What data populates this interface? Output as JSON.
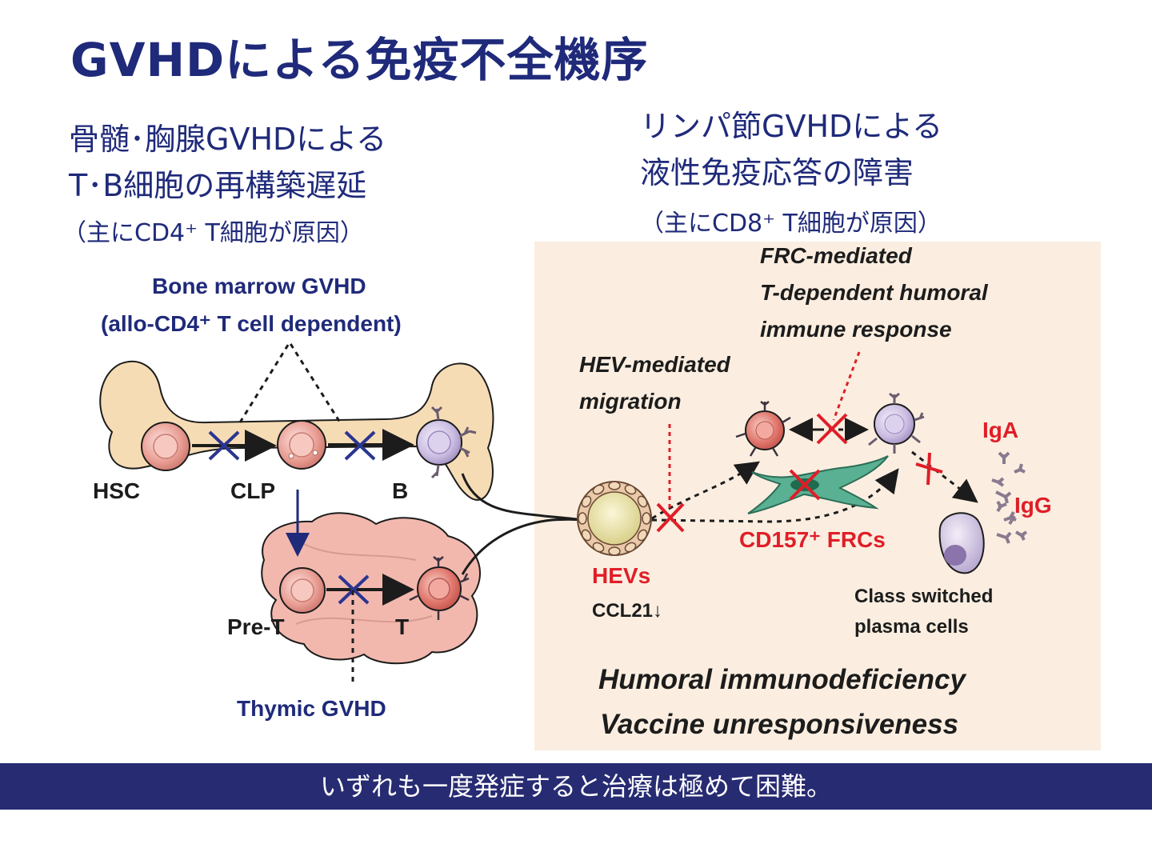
{
  "title": "GVHDによる免疫不全機序",
  "left_heading": {
    "line1": "骨髄･胸腺GVHDによる",
    "line2": "T･B細胞の再構築遅延",
    "note": "（主にCD4⁺ T細胞が原因）"
  },
  "right_heading": {
    "line1": "リンパ節GVHDによる",
    "line2": "液性免疫応答の障害",
    "note": "（主にCD8⁺ T細胞が原因）"
  },
  "bone_marrow": {
    "title_line1": "Bone marrow GVHD",
    "title_line2": "(allo-CD4⁺ T cell dependent)",
    "cells": [
      "HSC",
      "CLP",
      "B"
    ]
  },
  "thymus": {
    "cells": [
      "Pre-T",
      "T"
    ],
    "title": "Thymic GVHD"
  },
  "lymph_node": {
    "frc_title": [
      "FRC-mediated",
      "T-dependent humoral",
      "immune response"
    ],
    "hev_title": [
      "HEV-mediated",
      "migration"
    ],
    "iga": "IgA",
    "igg": "IgG",
    "frcs": "CD157⁺ FRCs",
    "hevs": "HEVs",
    "ccl21": "CCL21↓",
    "plasma": [
      "Class switched",
      "plasma cells"
    ],
    "outcome1": "Humoral immunodeficiency",
    "outcome2": "Vaccine unresponsiveness"
  },
  "footer": "いずれも一度発症すると治療は極めて困難。",
  "colors": {
    "navy": "#1f2a7a",
    "red": "#e01e28",
    "bone": "#f6dcb4",
    "thymus": "#f2b8ae",
    "panel": "#fbeee0",
    "frc": "#4fa78a",
    "footer_bg": "#272b72"
  }
}
